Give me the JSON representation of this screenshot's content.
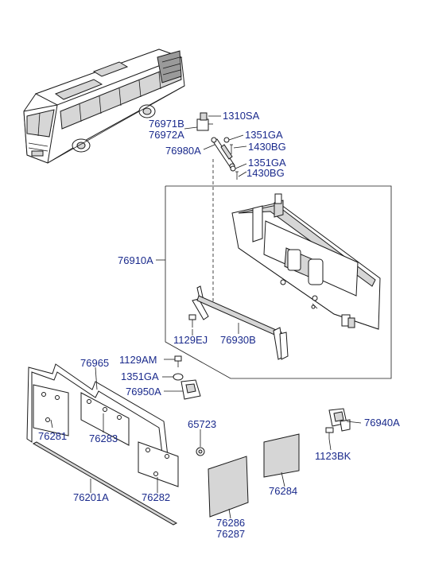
{
  "labels": {
    "l_1310SA": "1310SA",
    "l_76971B": "76971B",
    "l_76972A": "76972A",
    "l_1351GA_1": "1351GA",
    "l_1430BG_1": "1430BG",
    "l_76980A": "76980A",
    "l_1351GA_2": "1351GA",
    "l_1430BG_2": "1430BG",
    "l_76910A": "76910A",
    "l_1129EJ": "1129EJ",
    "l_76930B": "76930B",
    "l_1129AM": "1129AM",
    "l_76965": "76965",
    "l_1351GA_3": "1351GA",
    "l_76950A": "76950A",
    "l_76940A": "76940A",
    "l_65723": "65723",
    "l_76281": "76281",
    "l_76283": "76283",
    "l_1123BK": "1123BK",
    "l_76282": "76282",
    "l_76284": "76284",
    "l_76201A": "76201A",
    "l_76286": "76286",
    "l_76287": "76287"
  }
}
